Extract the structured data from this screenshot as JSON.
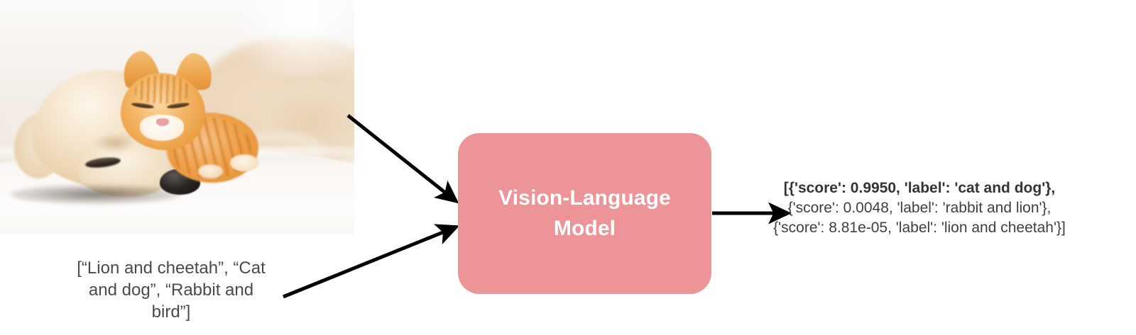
{
  "diagram": {
    "title": "Vision-Language Model zero-shot classification pipeline",
    "colors": {
      "model_box_fill": "#ed9499",
      "model_box_text": "#ffffff",
      "arrow": "#000000",
      "prompt_text": "#4a4a4a",
      "output_text": "#3f3f3f"
    }
  },
  "image_input": {
    "alt": "A golden retriever puppy and an orange tabby kitten sleeping together on a white blanket",
    "subjects": [
      "puppy",
      "kitten"
    ]
  },
  "text_input": {
    "lines": [
      "[“Lion and cheetah”,",
      "“Cat and dog”,",
      "“Rabbit and bird”]"
    ]
  },
  "model": {
    "label_line_1": "Vision-Language",
    "label_line_2": "Model"
  },
  "output": {
    "lines": [
      "[{'score': 0.9950, 'label': 'cat and dog'},",
      "{'score': 0.0048, 'label': 'rabbit and lion'},",
      "{'score': 8.81e-05, 'label': 'lion and cheetah'}]"
    ],
    "predictions": [
      {
        "score": "0.9950",
        "label": "cat and dog"
      },
      {
        "score": "0.0048",
        "label": "rabbit and lion"
      },
      {
        "score": "8.81e-05",
        "label": "lion and cheetah"
      }
    ]
  },
  "arrows": {
    "image_to_model": "arrow-right-down-icon",
    "text_to_model": "arrow-right-up-icon",
    "model_to_output": "arrow-right-icon"
  }
}
